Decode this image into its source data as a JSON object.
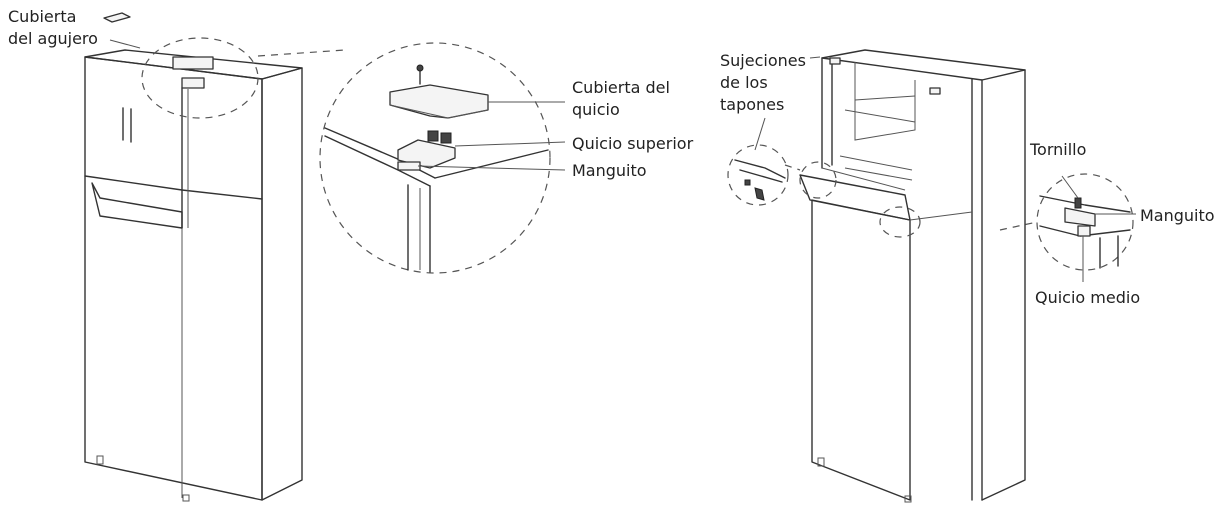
{
  "labels": {
    "hole_cover_1": "Cubierta",
    "hole_cover_2": "del agujero",
    "hinge_cover_1": "Cubierta del",
    "hinge_cover_2": "quicio",
    "top_hinge": "Quicio superior",
    "sleeve_left": "Manguito",
    "plug_holders_1": "Sujeciones",
    "plug_holders_2": "de los",
    "plug_holders_3": "tapones",
    "screw": "Tornillo",
    "sleeve_right": "Manguito",
    "middle_hinge": "Quicio medio"
  }
}
